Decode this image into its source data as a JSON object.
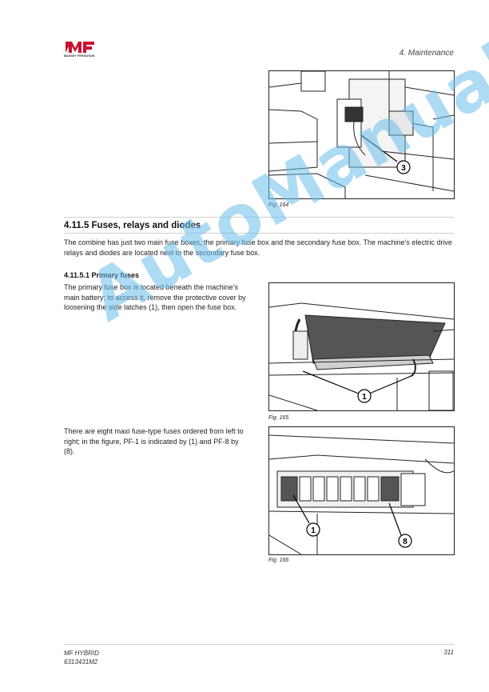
{
  "header": {
    "brand": "MASSEY FERGUSON",
    "chapter": "4. Maintenance"
  },
  "figures": {
    "fig164": {
      "caption": "Fig. 164",
      "callouts": [
        "3"
      ]
    },
    "fig165": {
      "caption": "Fig. 165",
      "callouts": [
        "1"
      ]
    },
    "fig166": {
      "caption": "Fig. 166",
      "callouts": [
        "1",
        "8"
      ]
    }
  },
  "section": {
    "heading": "4.11.5  Fuses, relays and diodes",
    "intro": "The combine has just two main fuse boxes, the primary fuse box and the secondary fuse box. The machine’s electric drive relays and diodes are located next to the secondary fuse box.",
    "subheading": "4.11.5.1  Primary fuses",
    "para1": "The primary fuse box is located beneath the machine’s main battery; to access it, remove the protective cover by loosening the side latches (1), then open the fuse box.",
    "para2": "There are eight maxi fuse-type fuses ordered from left to right; in the figure, PF-1 is indicated by (1) and PF-8 by (8)."
  },
  "watermark": "AutoManual",
  "footer": {
    "model": "MF HYBRID",
    "part_number": "6313431M2",
    "page": "311"
  },
  "colors": {
    "brand_red": "#c8102e",
    "watermark": "#69bee8"
  }
}
